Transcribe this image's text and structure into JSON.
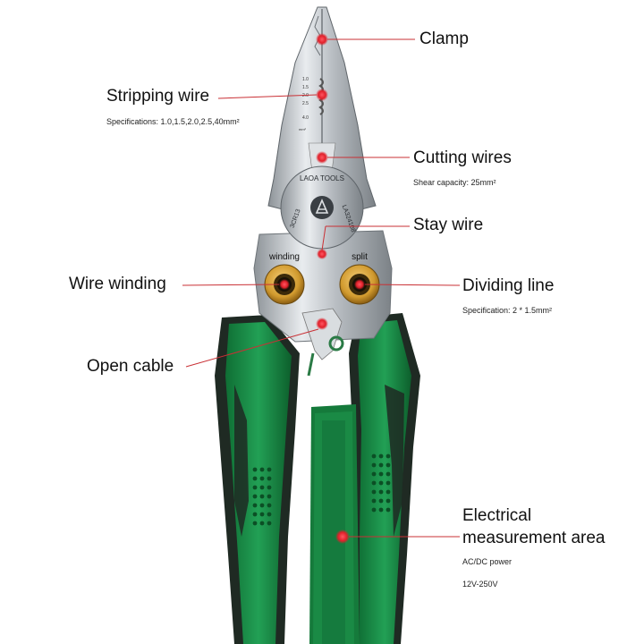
{
  "tool": {
    "brand": "LAOA TOOLS",
    "model": "LA324108",
    "steel": "3CR13",
    "left_hole_label": "winding",
    "right_hole_label": "split",
    "gauge_marks": [
      "1.0",
      "1.5",
      "2.0",
      "2.5",
      "4.0",
      "mm²"
    ]
  },
  "callouts": {
    "clamp": {
      "title": "Clamp"
    },
    "stripping": {
      "title": "Stripping wire",
      "spec": "Specifications: 1.0,1.5,2.0,2.5,40mm²"
    },
    "cutting": {
      "title": "Cutting wires",
      "spec": "Shear capacity: 25mm²"
    },
    "stay": {
      "title": "Stay wire"
    },
    "winding": {
      "title": "Wire winding"
    },
    "dividing": {
      "title": "Dividing line",
      "spec": "Specification: 2 * 1.5mm²"
    },
    "open": {
      "title": "Open cable"
    },
    "electrical": {
      "title_line1": "Electrical",
      "title_line2": "measurement area",
      "spec_line1": "AC/DC power",
      "spec_line2": "12V-250V"
    }
  },
  "colors": {
    "handle_green": "#1a8a45",
    "handle_dark": "#1f2a23",
    "steel": "#c9cdd1",
    "ring": "#d9a73a",
    "marker_red": "#e0202a",
    "leader_red": "#c93035"
  }
}
